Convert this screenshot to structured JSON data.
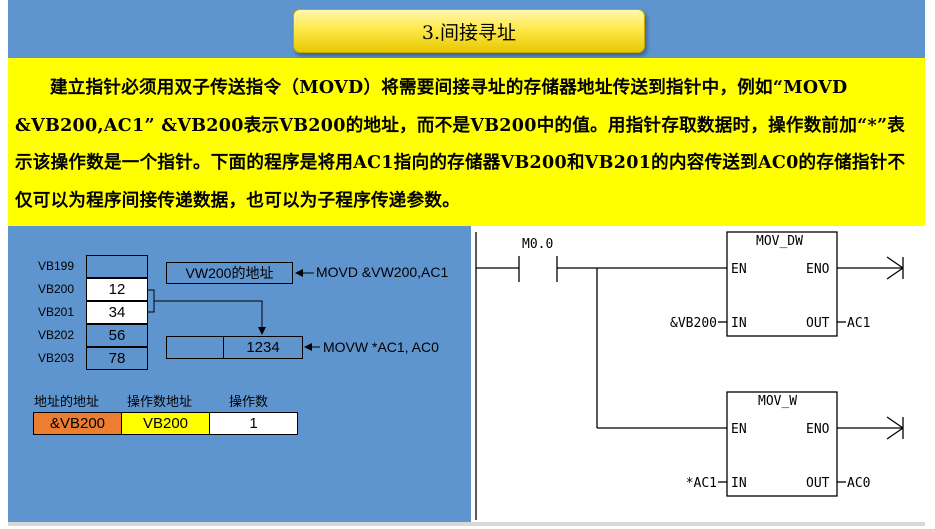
{
  "slide": {
    "title": "3.间接寻址",
    "paragraph": "建立指针必须用双子传送指令（MOVD）将需要间接寻址的存储器地址传送到指针中，例如“MOVD &VB200,AC1” &VB200表示VB200的地址，而不是VB200中的值。用指针存取数据时，操作数前加“*”表示该操作数是一个指针。下面的程序是将用AC1指向的存储器VB200和VB201的内容传送到AC0的存储指针不仅可以为程序间接传递数据，也可以为子程序传递参数。"
  },
  "memory": {
    "rows": [
      {
        "label": "VB199",
        "value": ""
      },
      {
        "label": "VB200",
        "value": "12"
      },
      {
        "label": "VB201",
        "value": "34"
      },
      {
        "label": "VB202",
        "value": "56"
      },
      {
        "label": "VB203",
        "value": "78"
      }
    ],
    "pointer_box": "VW200的地址",
    "pointer_instr": "MOVD &VW200,AC1",
    "ac0_value": "1234",
    "movw_instr": "MOVW   *AC1, AC0"
  },
  "summary": {
    "headers": [
      "地址的地址",
      "操作数地址",
      "操作数"
    ],
    "values": [
      "&VB200",
      "VB200",
      "1"
    ],
    "colors": [
      "#ed7d31",
      "#ffff00",
      "#ffffff"
    ]
  },
  "ladder": {
    "contact": "M0.0",
    "block1": {
      "name": "MOV_DW",
      "en": "EN",
      "eno": "ENO",
      "in": "IN",
      "out": "OUT",
      "in_operand": "&VB200",
      "out_operand": "AC1"
    },
    "block2": {
      "name": "MOV_W",
      "en": "EN",
      "eno": "ENO",
      "in": "IN",
      "out": "OUT",
      "in_operand": "*AC1",
      "out_operand": "AC0"
    }
  }
}
